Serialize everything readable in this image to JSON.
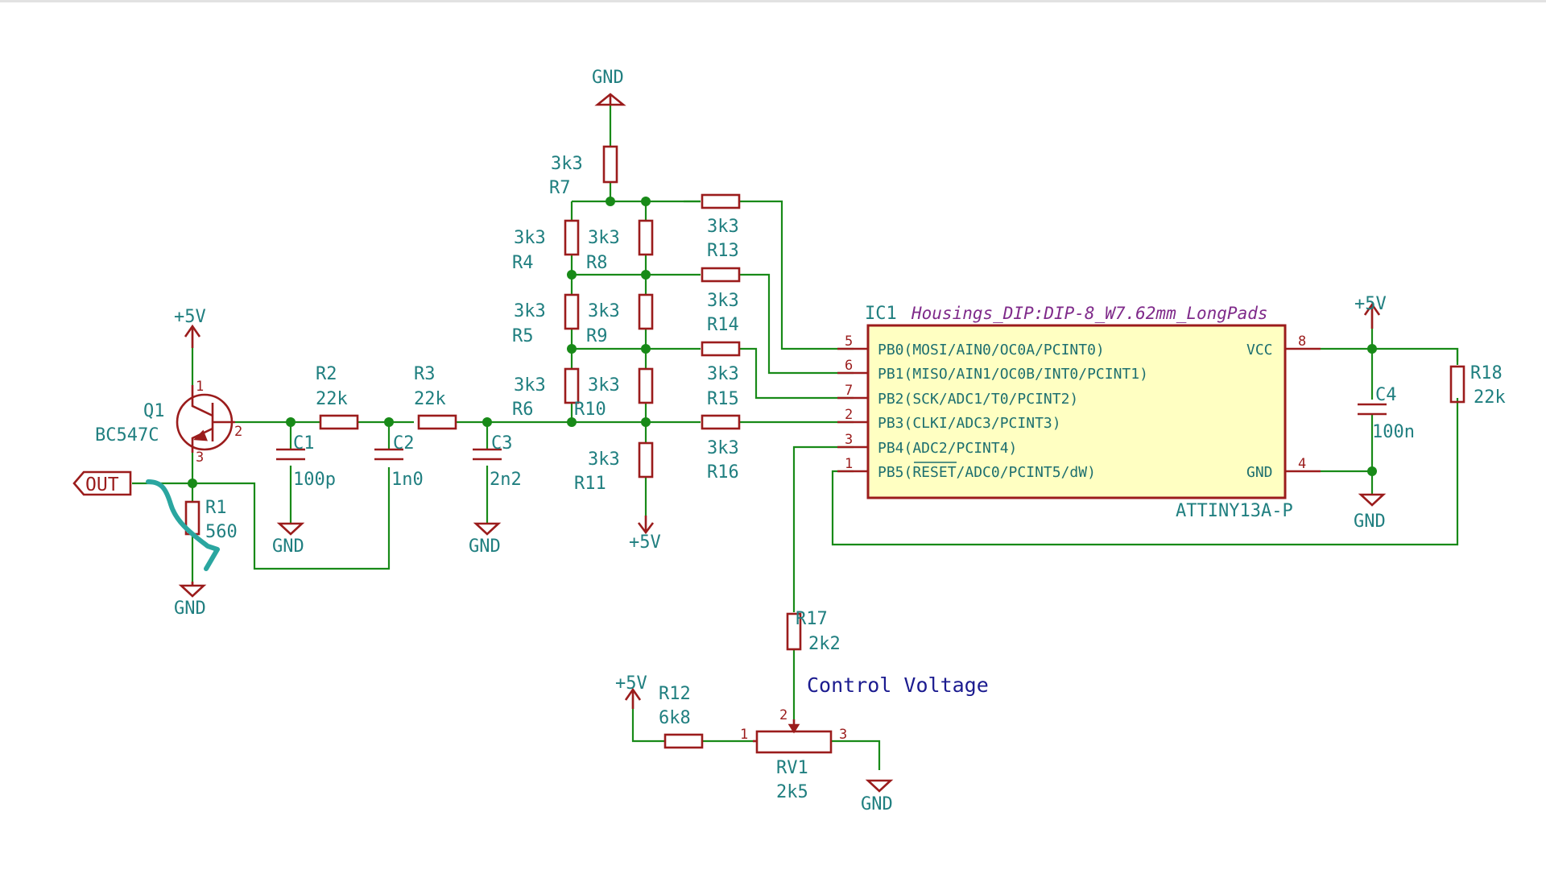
{
  "schematic": {
    "supply_label": "+5V",
    "ground_label": "GND",
    "output_label": "OUT",
    "note": "Control Voltage",
    "transistor": {
      "ref": "Q1",
      "value": "BC547C",
      "pin_c": "1",
      "pin_b": "2",
      "pin_e": "3"
    },
    "resistors": [
      {
        "ref": "R1",
        "value": "560"
      },
      {
        "ref": "R2",
        "value": "22k"
      },
      {
        "ref": "R3",
        "value": "22k"
      },
      {
        "ref": "R4",
        "value": "3k3"
      },
      {
        "ref": "R5",
        "value": "3k3"
      },
      {
        "ref": "R6",
        "value": "3k3"
      },
      {
        "ref": "R7",
        "value": "3k3"
      },
      {
        "ref": "R8",
        "value": "3k3"
      },
      {
        "ref": "R9",
        "value": "3k3"
      },
      {
        "ref": "R10",
        "value": "3k3"
      },
      {
        "ref": "R11",
        "value": "3k3"
      },
      {
        "ref": "R12",
        "value": "6k8"
      },
      {
        "ref": "R13",
        "value": "3k3"
      },
      {
        "ref": "R14",
        "value": "3k3"
      },
      {
        "ref": "R15",
        "value": "3k3"
      },
      {
        "ref": "R16",
        "value": "3k3"
      },
      {
        "ref": "R17",
        "value": "2k2"
      },
      {
        "ref": "R18",
        "value": "22k"
      }
    ],
    "capacitors": [
      {
        "ref": "C1",
        "value": "100p"
      },
      {
        "ref": "C2",
        "value": "1n0"
      },
      {
        "ref": "C3",
        "value": "2n2"
      },
      {
        "ref": "C4",
        "value": "100n"
      }
    ],
    "potentiometer": {
      "ref": "RV1",
      "value": "2k5",
      "pin1": "1",
      "pin2": "2",
      "pin3": "3"
    },
    "ic": {
      "ref": "IC1",
      "footprint": "Housings_DIP:DIP-8_W7.62mm_LongPads",
      "value": "ATTINY13A-P",
      "left_pins": [
        {
          "num": "5",
          "name": "PB0(MOSI/AIN0/OC0A/PCINT0)"
        },
        {
          "num": "6",
          "name": "PB1(MISO/AIN1/OC0B/INT0/PCINT1)"
        },
        {
          "num": "7",
          "name": "PB2(SCK/ADC1/T0/PCINT2)"
        },
        {
          "num": "2",
          "name": "PB3(CLKI/ADC3/PCINT3)"
        },
        {
          "num": "3",
          "name": "PB4(ADC2/PCINT4)"
        },
        {
          "num": "1",
          "name": "PB5(RESET/ADC0/PCINT5/dW)"
        }
      ],
      "right_pins": [
        {
          "num": "8",
          "name": "VCC"
        },
        {
          "num": "4",
          "name": "GND"
        }
      ]
    },
    "colors": {
      "wire": "#188a18",
      "component": "#9b1c1c",
      "label": "#207f80",
      "ic_fill": "#ffffc2",
      "footprint": "#7f2a8a",
      "annotation_stroke": "#2aa6a0",
      "note": "#1b1b8f"
    }
  }
}
